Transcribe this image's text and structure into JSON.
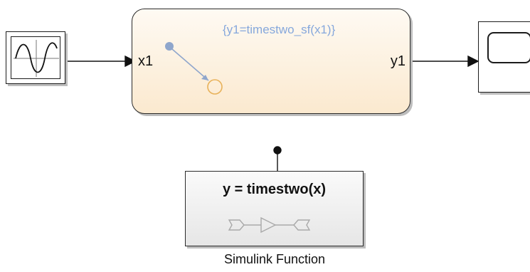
{
  "chart": {
    "input_port": "x1",
    "output_port": "y1",
    "action": "{y1=timestwo_sf(x1)}"
  },
  "simulink_function": {
    "signature": "y = timestwo(x)",
    "caption": "Simulink Function"
  },
  "icons": {
    "source": "sine-wave-icon",
    "sink": "scope-icon",
    "function_internals": "in-gain-out-icon"
  },
  "colors": {
    "chart_fill": "#fbe9cf",
    "chart_action_text": "#86a8dc",
    "transition": "#8fa6cc",
    "state_circle": "#e8b25a",
    "function_fill": "#eeeeee",
    "wire": "#111111"
  }
}
